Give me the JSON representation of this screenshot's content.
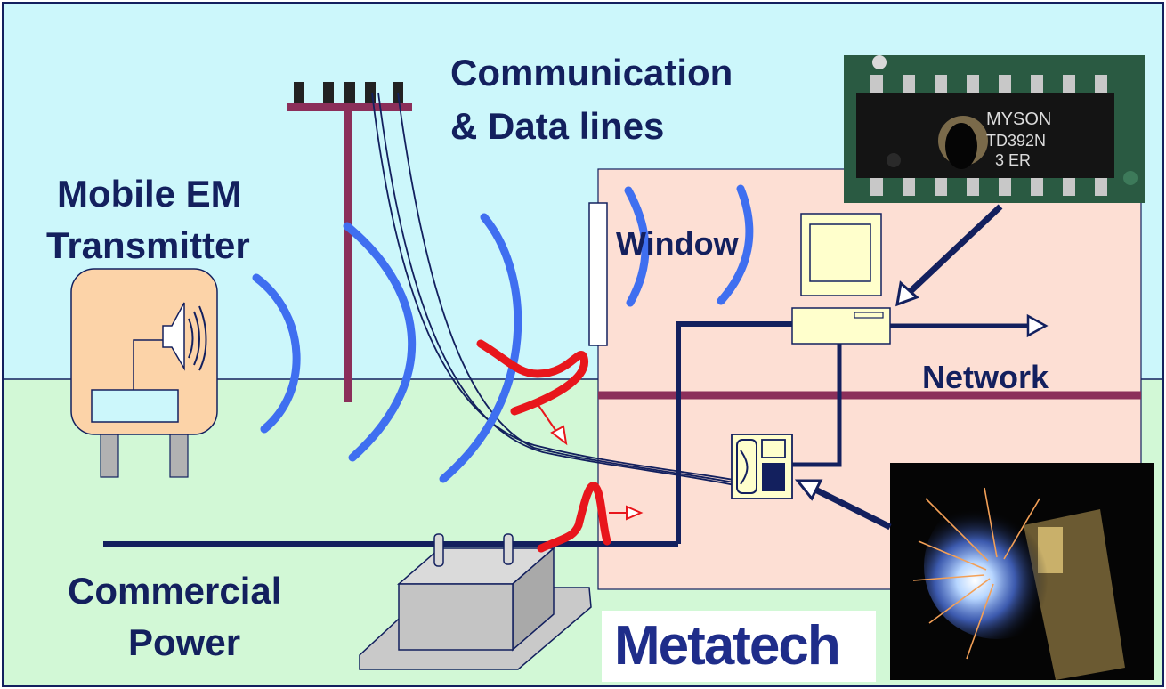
{
  "labels": {
    "communication": "Communication",
    "data_lines": "& Data lines",
    "mobile_em": "Mobile EM",
    "transmitter": "Transmitter",
    "window": "Window",
    "network": "Network",
    "commercial": "Commercial",
    "power": "Power",
    "logo": "Metatech",
    "chip_line1": "MYSON",
    "chip_line2": "TD392N",
    "chip_line3": "3 ER"
  },
  "colors": {
    "sky": "#ccf7fb",
    "ground": "#d2f8d6",
    "building": "#fddfd4",
    "navy": "#13205e",
    "wave_blue": "#3f6ff0",
    "pulse_red": "#e8161c",
    "pole": "#8b2f5a",
    "transmitter_body": "#fcd3a8",
    "computer": "#ffffcc"
  }
}
